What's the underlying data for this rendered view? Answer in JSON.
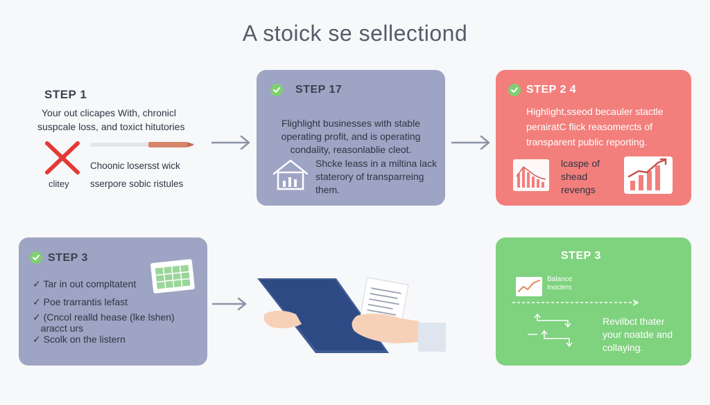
{
  "title": "A stoick se sellectiond",
  "step_a": {
    "label": "STEP 1",
    "text_l1": "Your out clicapes With, chronicl",
    "text_l2": "suspcale loss, and toxict hitutories",
    "note_l1": "Choonic losersst wick",
    "note_l2": "sserpore sobic ristules",
    "cross_label": "clitey"
  },
  "step_b": {
    "label": "STEP 17",
    "text_l1": "Flighlight businesses with stable",
    "text_l2": "operating profit, and is operating",
    "text_l3": "condality, reasonlablie cleot.",
    "sub_l1": "Shcke leass in a miltina lack",
    "sub_l2": "staterory of transparreing",
    "sub_l3": "them."
  },
  "step_c": {
    "label": "STEP 2 4",
    "text_l1": "Highlight,sseod becauler stactle",
    "text_l2": "perairatC flick reasomercts of",
    "text_l3": "transparent public reporting.",
    "mid_l1": "lcaspe of",
    "mid_l2": "shead",
    "mid_l3": "revengs"
  },
  "step_d": {
    "label": "STEP 3",
    "items": [
      "✓ Tar in out compltatent",
      "✓ Poe trarrantis lefast",
      "✓ (Cncol realld hease (lke lshen)",
      "   aracct urs",
      "✓ Scolk on the listern"
    ]
  },
  "step_f": {
    "label": "STEP 3",
    "chart_l1": "Balance",
    "chart_l2": "Inocters",
    "text_l1": "Revilbct thater",
    "text_l2": "your noatde and",
    "text_l3": "collaying."
  },
  "colors": {
    "card_blue": "#9ea4c3",
    "card_red": "#f27f7c",
    "card_green": "#7fd27e",
    "check_green": "#7fcf72",
    "cross_red": "#e53935"
  }
}
